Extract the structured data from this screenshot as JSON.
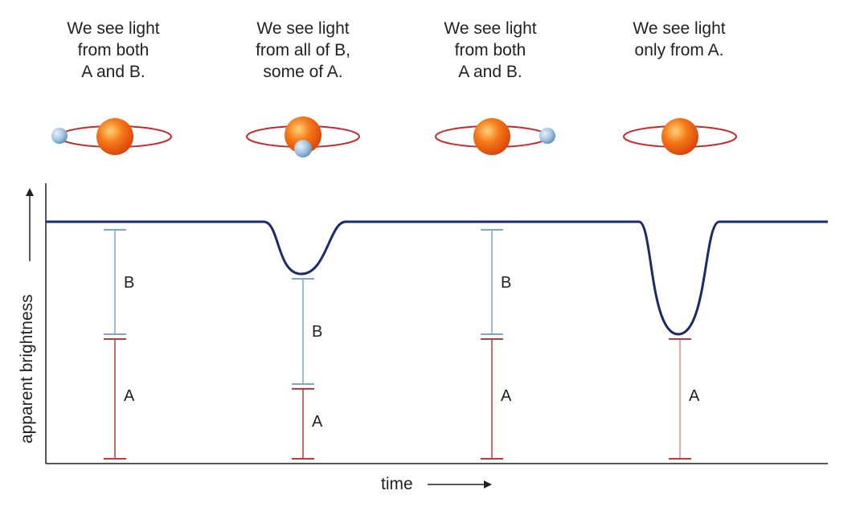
{
  "captions": [
    [
      "We see light",
      "from both",
      "A and B."
    ],
    [
      "We see light",
      "from all of B,",
      "some of A."
    ],
    [
      "We see light",
      "from both",
      "A and B."
    ],
    [
      "We see light",
      "only from A."
    ]
  ],
  "axes": {
    "ylabel": "apparent brightness",
    "xlabel": "time"
  },
  "bar_labels": {
    "a": "A",
    "b": "B"
  },
  "colors": {
    "curve": "#1b2a6b",
    "bar_a": "#c0393f",
    "bar_b": "#7fa8c2",
    "orbit": "#c8282a",
    "star_a": "#f06a10",
    "star_b": "#9ec3e0"
  }
}
